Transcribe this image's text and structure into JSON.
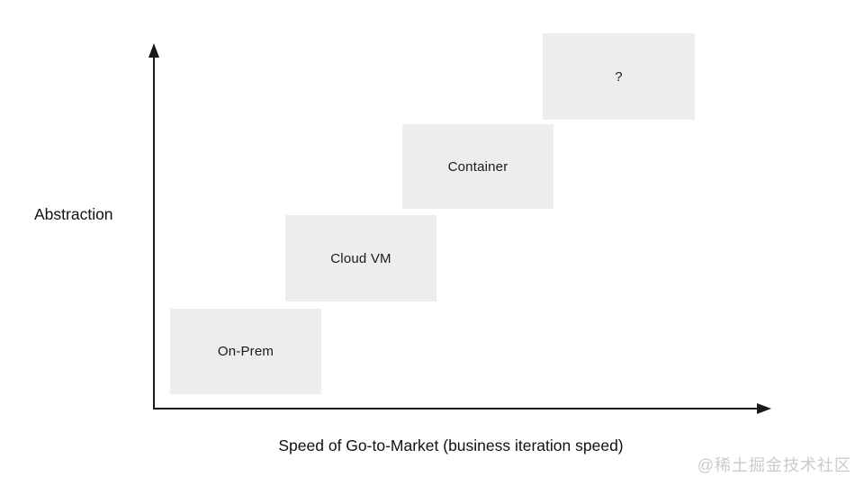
{
  "diagram": {
    "y_axis_label": "Abstraction",
    "x_axis_label": "Speed of Go-to-Market (business iteration speed)",
    "boxes": [
      {
        "id": "on-prem",
        "label": "On-Prem"
      },
      {
        "id": "cloud-vm",
        "label": "Cloud VM"
      },
      {
        "id": "container",
        "label": "Container"
      },
      {
        "id": "unknown",
        "label": "?"
      }
    ],
    "colors": {
      "box_fill": "#EDEDED",
      "axis": "#1a1a1a",
      "text": "#111111",
      "watermark": "#cbcbcb"
    }
  },
  "watermark": {
    "text": "@稀土掘金技术社区"
  }
}
